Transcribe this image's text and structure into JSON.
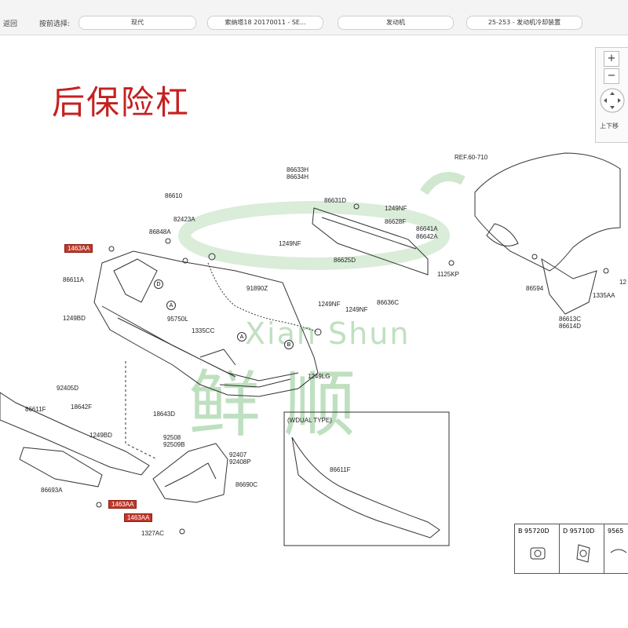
{
  "toolbar": {
    "back_label": "返回",
    "select_label": "按前选择:",
    "breadcrumbs": [
      "现代",
      "索纳塔18 20170011 - SE...",
      "发动机",
      "25-253 - 发动机冷却装置"
    ]
  },
  "diagram": {
    "title": "后保险杠",
    "watermark_text": "Xian Shun",
    "watermark_cn": "鲜 顺",
    "parts": {
      "p86610": "86610",
      "p82423A": "82423A",
      "p86848A": "86848A",
      "p1463AA_1": "1463AA",
      "p86611A": "86611A",
      "p1249BD_1": "1249BD",
      "pA1": "A",
      "pD": "D",
      "p95750L": "95750L",
      "p1335CC": "1335CC",
      "pA2": "A",
      "p91890Z": "91890Z",
      "pB": "B",
      "p1249LG": "1249LG",
      "p86633H": "86633H",
      "p86634H": "86634H",
      "p86631D": "86631D",
      "p1249NF_1": "1249NF",
      "p1249NF_2": "1249NF",
      "p1249NF_3": "1249NF",
      "p1249NF_4": "1249NF",
      "p86628F": "86628F",
      "p86641A": "86641A",
      "p86642A": "86642A",
      "p86625D": "86625D",
      "p1125KP": "1125KP",
      "p86636C": "86636C",
      "pREF": "REF.60-710",
      "p86594": "86594",
      "p1335AA": "1335AA",
      "p86613C": "86613C",
      "p86614D": "86614D",
      "p12x": "12",
      "p92405D": "92405D",
      "p18642F": "18642F",
      "p86611F_1": "86611F",
      "p1249BD_2": "1249BD",
      "p18643D": "18643D",
      "p92508": "92508",
      "p92509B": "92509B",
      "p92407": "92407",
      "p92408P": "92408P",
      "p86693A": "86693A",
      "p1463AA_2": "1463AA",
      "p1463AA_3": "1463AA",
      "p86690C": "86690C",
      "p1327AC": "1327AC",
      "dual_title": "(WDUAL TYPE)",
      "p86611F_2": "86611F"
    },
    "legend": [
      {
        "code": "B",
        "part": "95720D"
      },
      {
        "code": "D",
        "part": "95710D"
      },
      {
        "code": "",
        "part": "9565"
      }
    ]
  },
  "zoom": {
    "zoom_in": "+",
    "zoom_out": "−",
    "fit_label": "上下移"
  }
}
